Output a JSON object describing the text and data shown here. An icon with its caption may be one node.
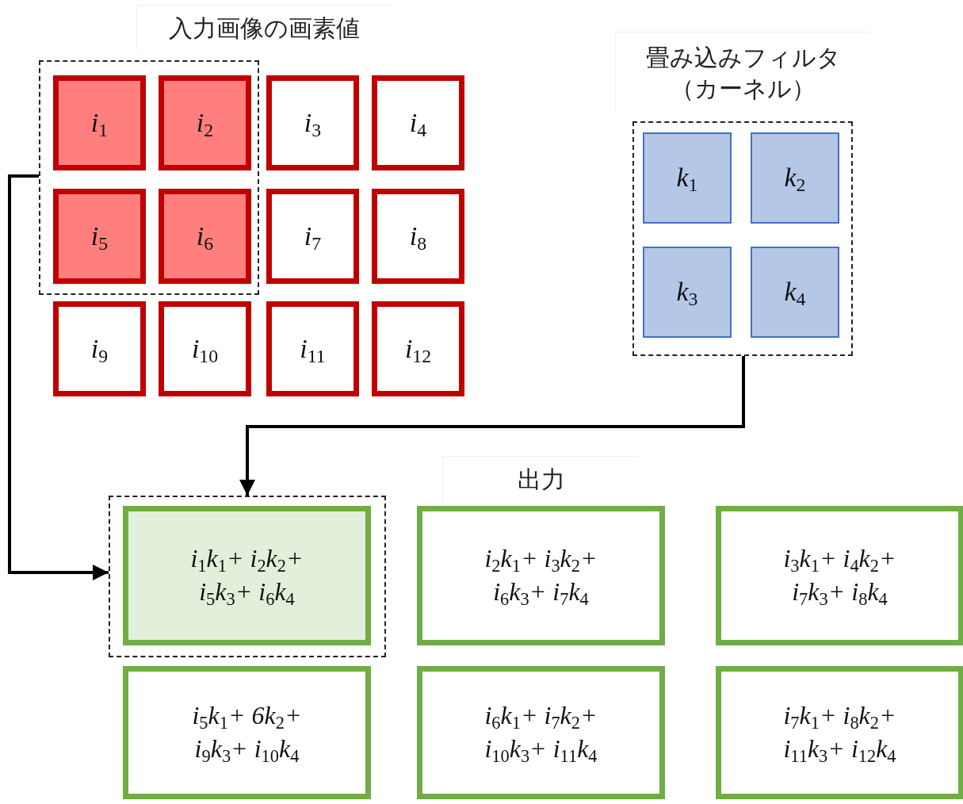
{
  "diagram": {
    "nodes": [
      {
        "text": [],
        "shape": "box"
      },
      {
        "text": [
          "i$_{1}$"
        ],
        "in": 0
      },
      {
        "text": [
          "i$_{2}$"
        ],
        "in": 0
      },
      {
        "text": [
          "i$_{3}$"
        ]
      },
      {
        "text": [
          "i$_{4}$"
        ]
      },
      {
        "text": [
          "i$_{5}$"
        ],
        "in": 0
      },
      {
        "text": [
          "i$_{6}$"
        ],
        "in": 0
      },
      {
        "text": [
          "i$_{7}$"
        ]
      },
      {
        "text": [
          "i$_{8}$"
        ]
      },
      {
        "text": [
          "i$_{9}$"
        ]
      },
      {
        "text": [
          "i$_{10}$"
        ]
      },
      {
        "text": [
          "i$_{11}$"
        ]
      },
      {
        "text": [
          "i$_{12}$"
        ]
      },
      {
        "text": [],
        "shape": "box"
      },
      {
        "text": [
          "k$_{1}$"
        ],
        "in": 13
      },
      {
        "text": [
          "k$_{2}$"
        ],
        "in": 13
      },
      {
        "text": [
          "k$_{3}$"
        ],
        "in": 13
      },
      {
        "text": [
          "k$_{4}$"
        ],
        "in": 13
      },
      {
        "text": [],
        "shape": "box"
      },
      {
        "text": [
          "i$_{1}$k$_{1}$+ i$_{2}$k$_{2}$+ i$_{5}$k$_{3}$+ i$_{6}$k$_{4}$"
        ],
        "in": 18
      },
      {
        "text": [
          "i$_{2}$k$_{1}$+ i$_{3}$k$_{2}$+ i$_{6}$k$_{3}$+ i$_{7}$k$_{4}$"
        ]
      },
      {
        "text": [
          "i$_{3}$k$_{1}$+ i$_{4}$k$_{2}$+ i$_{7}$k$_{3}$+ i$_{8}$k$_{4}$"
        ]
      },
      {
        "text": [
          "i$_{5}$k$_{1}$+ 6k$_{2}$+ i$_{9}$k$_{3}$+ i$_{10}$k$_{4}$"
        ]
      },
      {
        "text": [
          "i$_{6}$k$_{1}$+ i$_{7}$k$_{2}$+ i$_{10}$k$_{3}$+ i$_{11}$k$_{4}$"
        ]
      },
      {
        "text": [
          "i$_{7}$k$_{1}$+ i$_{8}$k$_{2}$+ i$_{11}$k$_{3}$+ i$_{12}$k$_{4}$"
        ]
      }
    ],
    "edges": [
      {
        "from": 0,
        "to": 18,
        "arrow": "to"
      },
      {
        "from": 13,
        "to": 18,
        "arrow": "to"
      }
    ],
    "labels": [
      "入力画像の画素値",
      "畳み込みフィルタ（カーネル）",
      "出力"
    ]
  }
}
